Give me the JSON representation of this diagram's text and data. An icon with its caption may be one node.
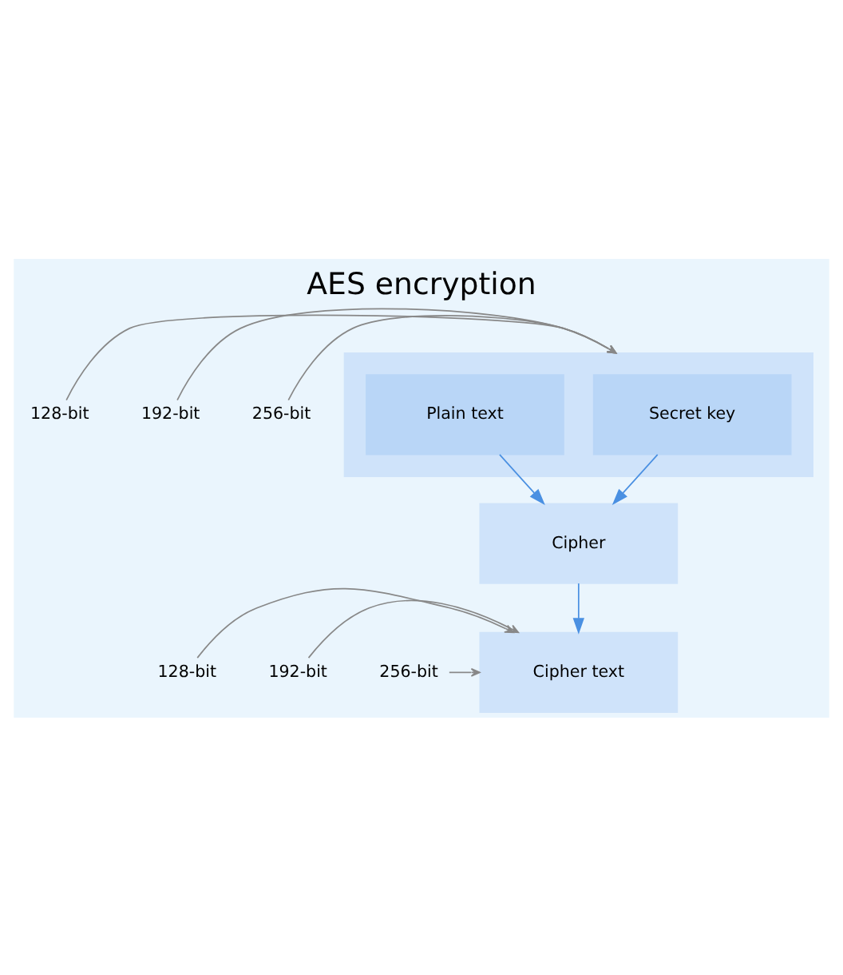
{
  "diagram": {
    "title": "AES encryption",
    "nodes": [
      {
        "text": [],
        "shape": "box"
      },
      {
        "text": [
          "Secret key"
        ],
        "in": 0
      },
      {
        "text": [
          "Plain text"
        ],
        "in": 0
      },
      {
        "text": [
          "Cipher"
        ]
      },
      {
        "text": [
          "Cipher text"
        ]
      },
      {
        "text": [
          "128-bit"
        ]
      },
      {
        "text": [
          "192-bit"
        ]
      },
      {
        "text": [
          "256-bit"
        ]
      },
      {
        "text": [
          "128-bit"
        ]
      },
      {
        "text": [
          "192-bit"
        ]
      },
      {
        "text": [
          "256-bit"
        ]
      }
    ],
    "edges": [
      {
        "from": 5,
        "to": 0,
        "arrow": "to",
        "color": "#888888"
      },
      {
        "from": 6,
        "to": 0,
        "arrow": "to",
        "color": "#888888"
      },
      {
        "from": 7,
        "to": 0,
        "arrow": "to",
        "color": "#888888"
      },
      {
        "from": 1,
        "to": 3,
        "arrow": "to"
      },
      {
        "from": 2,
        "to": 3,
        "arrow": "to"
      },
      {
        "from": 3,
        "to": 4,
        "arrow": "to"
      },
      {
        "from": 8,
        "to": 4,
        "arrow": "to",
        "color": "#888888"
      },
      {
        "from": 9,
        "to": 4,
        "arrow": "to",
        "color": "#888888"
      },
      {
        "from": 10,
        "to": 4,
        "arrow": "to",
        "color": "#888888"
      }
    ]
  }
}
